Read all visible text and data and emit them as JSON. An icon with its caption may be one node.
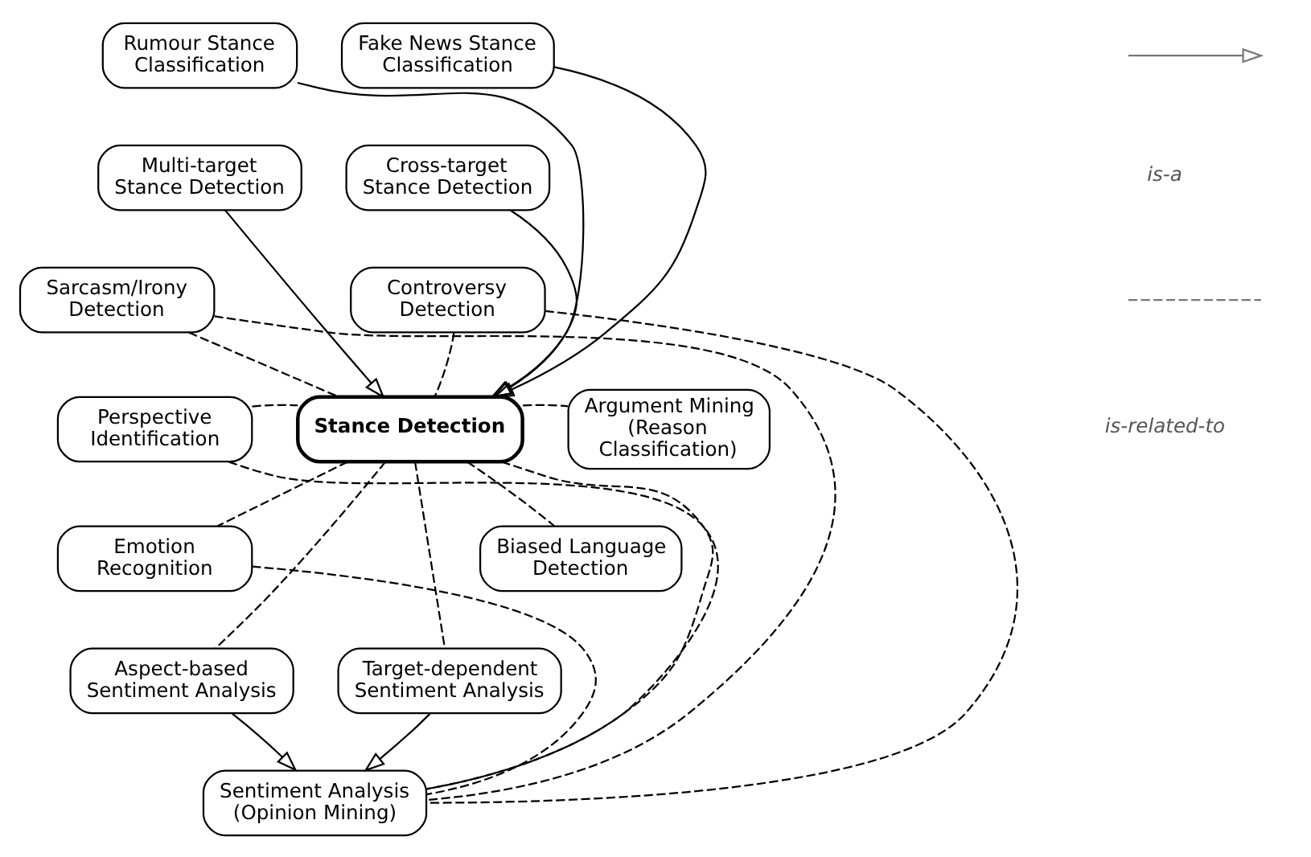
{
  "diagram": {
    "nodes": [
      {
        "text": [
          "Rumour Stance Classification"
        ]
      },
      {
        "text": [
          "Fake News Stance Classification"
        ]
      },
      {
        "text": [
          "Multi-target Stance Detection"
        ]
      },
      {
        "text": [
          "Cross-target Stance Detection"
        ]
      },
      {
        "text": [
          "Sarcasm/Irony Detection"
        ]
      },
      {
        "text": [
          "Controversy Detection"
        ]
      },
      {
        "text": [
          "Stance Detection"
        ]
      },
      {
        "text": [
          "Perspective Identification"
        ]
      },
      {
        "text": [
          "Argument Mining (Reason Classification)"
        ]
      },
      {
        "text": [
          "Emotion Recognition"
        ]
      },
      {
        "text": [
          "Biased Language Detection"
        ]
      },
      {
        "text": [
          "Aspect-based Sentiment Analysis"
        ]
      },
      {
        "text": [
          "Target-dependent Sentiment Analysis"
        ]
      },
      {
        "text": [
          "Sentiment Analysis (Opinion Mining)"
        ]
      }
    ],
    "edges": [
      {
        "from": 0,
        "to": 6,
        "arrow": "to"
      },
      {
        "from": 1,
        "to": 6,
        "arrow": "to"
      },
      {
        "from": 2,
        "to": 6,
        "arrow": "to"
      },
      {
        "from": 3,
        "to": 6,
        "arrow": "to"
      },
      {
        "from": 4,
        "to": 6,
        "arrow": "none",
        "style": "dashed"
      },
      {
        "from": 5,
        "to": 6,
        "arrow": "none",
        "style": "dashed"
      },
      {
        "from": 7,
        "to": 6,
        "arrow": "none",
        "style": "dashed"
      },
      {
        "from": 6,
        "to": 8,
        "arrow": "none",
        "style": "dashed"
      },
      {
        "from": 6,
        "to": 9,
        "arrow": "none",
        "style": "dashed"
      },
      {
        "from": 6,
        "to": 10,
        "arrow": "none",
        "style": "dashed"
      },
      {
        "from": 6,
        "to": 11,
        "arrow": "none",
        "style": "dashed"
      },
      {
        "from": 6,
        "to": 12,
        "arrow": "none",
        "style": "dashed"
      },
      {
        "from": 6,
        "to": 13,
        "arrow": "none",
        "style": "dashed"
      },
      {
        "from": 11,
        "to": 13,
        "arrow": "to"
      },
      {
        "from": 12,
        "to": 13,
        "arrow": "to"
      },
      {
        "from": 4,
        "to": 13,
        "arrow": "none",
        "style": "dashed"
      },
      {
        "from": 7,
        "to": 13,
        "arrow": "none",
        "style": "dashed"
      },
      {
        "from": 9,
        "to": 13,
        "arrow": "none",
        "style": "dashed"
      },
      {
        "from": 5,
        "to": 13,
        "arrow": "none",
        "style": "dashed"
      }
    ],
    "legend": [
      {
        "text": "is-a"
      },
      {
        "text": "is-related-to"
      }
    ]
  }
}
